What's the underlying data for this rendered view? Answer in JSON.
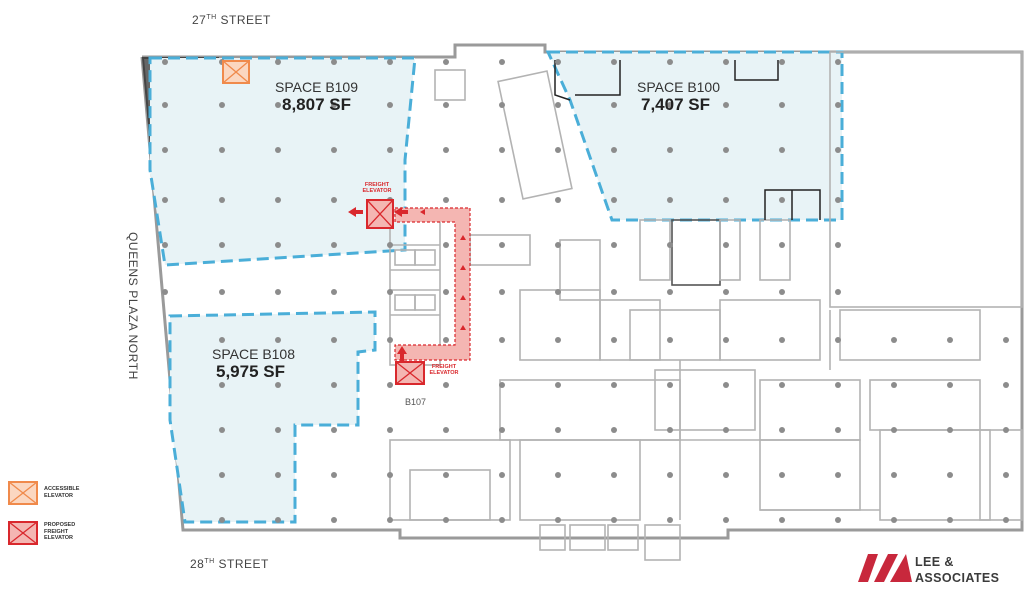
{
  "streets": {
    "north": {
      "number": "27",
      "suffix": "TH",
      "name": " STREET"
    },
    "south": {
      "number": "28",
      "suffix": "TH",
      "name": " STREET"
    },
    "west": "QUEENS PLAZA NORTH"
  },
  "spaces": [
    {
      "id": "b109",
      "name": "SPACE B109",
      "area": "8,807 SF"
    },
    {
      "id": "b100",
      "name": "SPACE B100",
      "area": "7,407 SF"
    },
    {
      "id": "b108",
      "name": "SPACE B108",
      "area": "5,975 SF"
    }
  ],
  "labels": {
    "b107": "B107",
    "freight_elevator_line1": "FREIGHT",
    "freight_elevator_line2": "ELEVATOR"
  },
  "legend": {
    "accessible": {
      "line1": "ACCESSIBLE",
      "line2": "ELEVATOR",
      "color": "#f08a4b"
    },
    "proposed": {
      "line1": "PROPOSED",
      "line2": "FREIGHT",
      "line3": "ELEVATOR",
      "color": "#d9282d"
    }
  },
  "logo": {
    "line1": "LEE &",
    "line2": "ASSOCIATES",
    "color": "#c8283c"
  },
  "colors": {
    "space_outline": "#4aaed8",
    "space_fill": "#e8f3f6",
    "wall": "#9a9a9a",
    "column": "#8c8c8c",
    "path_fill": "#f4b6b2"
  }
}
